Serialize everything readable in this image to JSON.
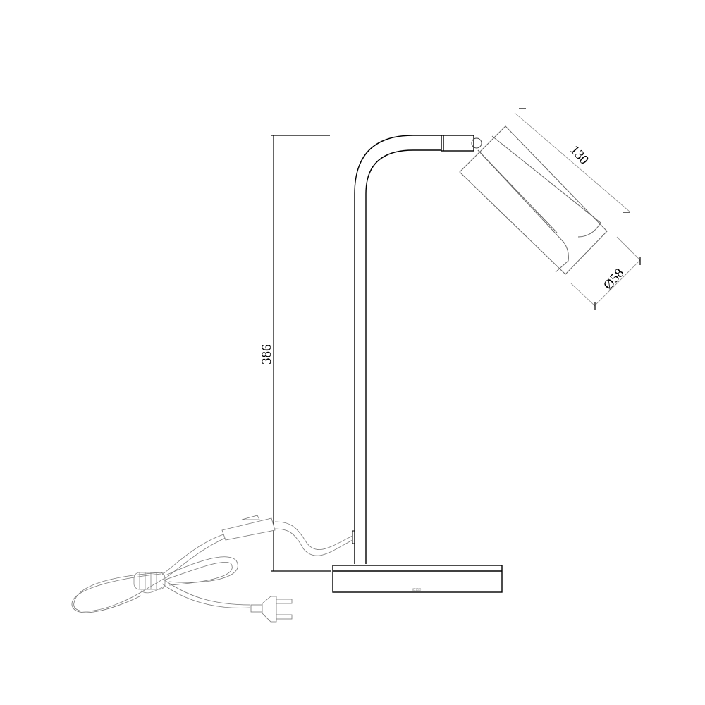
{
  "drawing": {
    "height_label": "386",
    "head_length_label": "130",
    "head_diameter_label": "Ø58",
    "base_diameter_label": "Ø150"
  },
  "colors": {
    "line": "#000000",
    "thin": "#555555"
  }
}
